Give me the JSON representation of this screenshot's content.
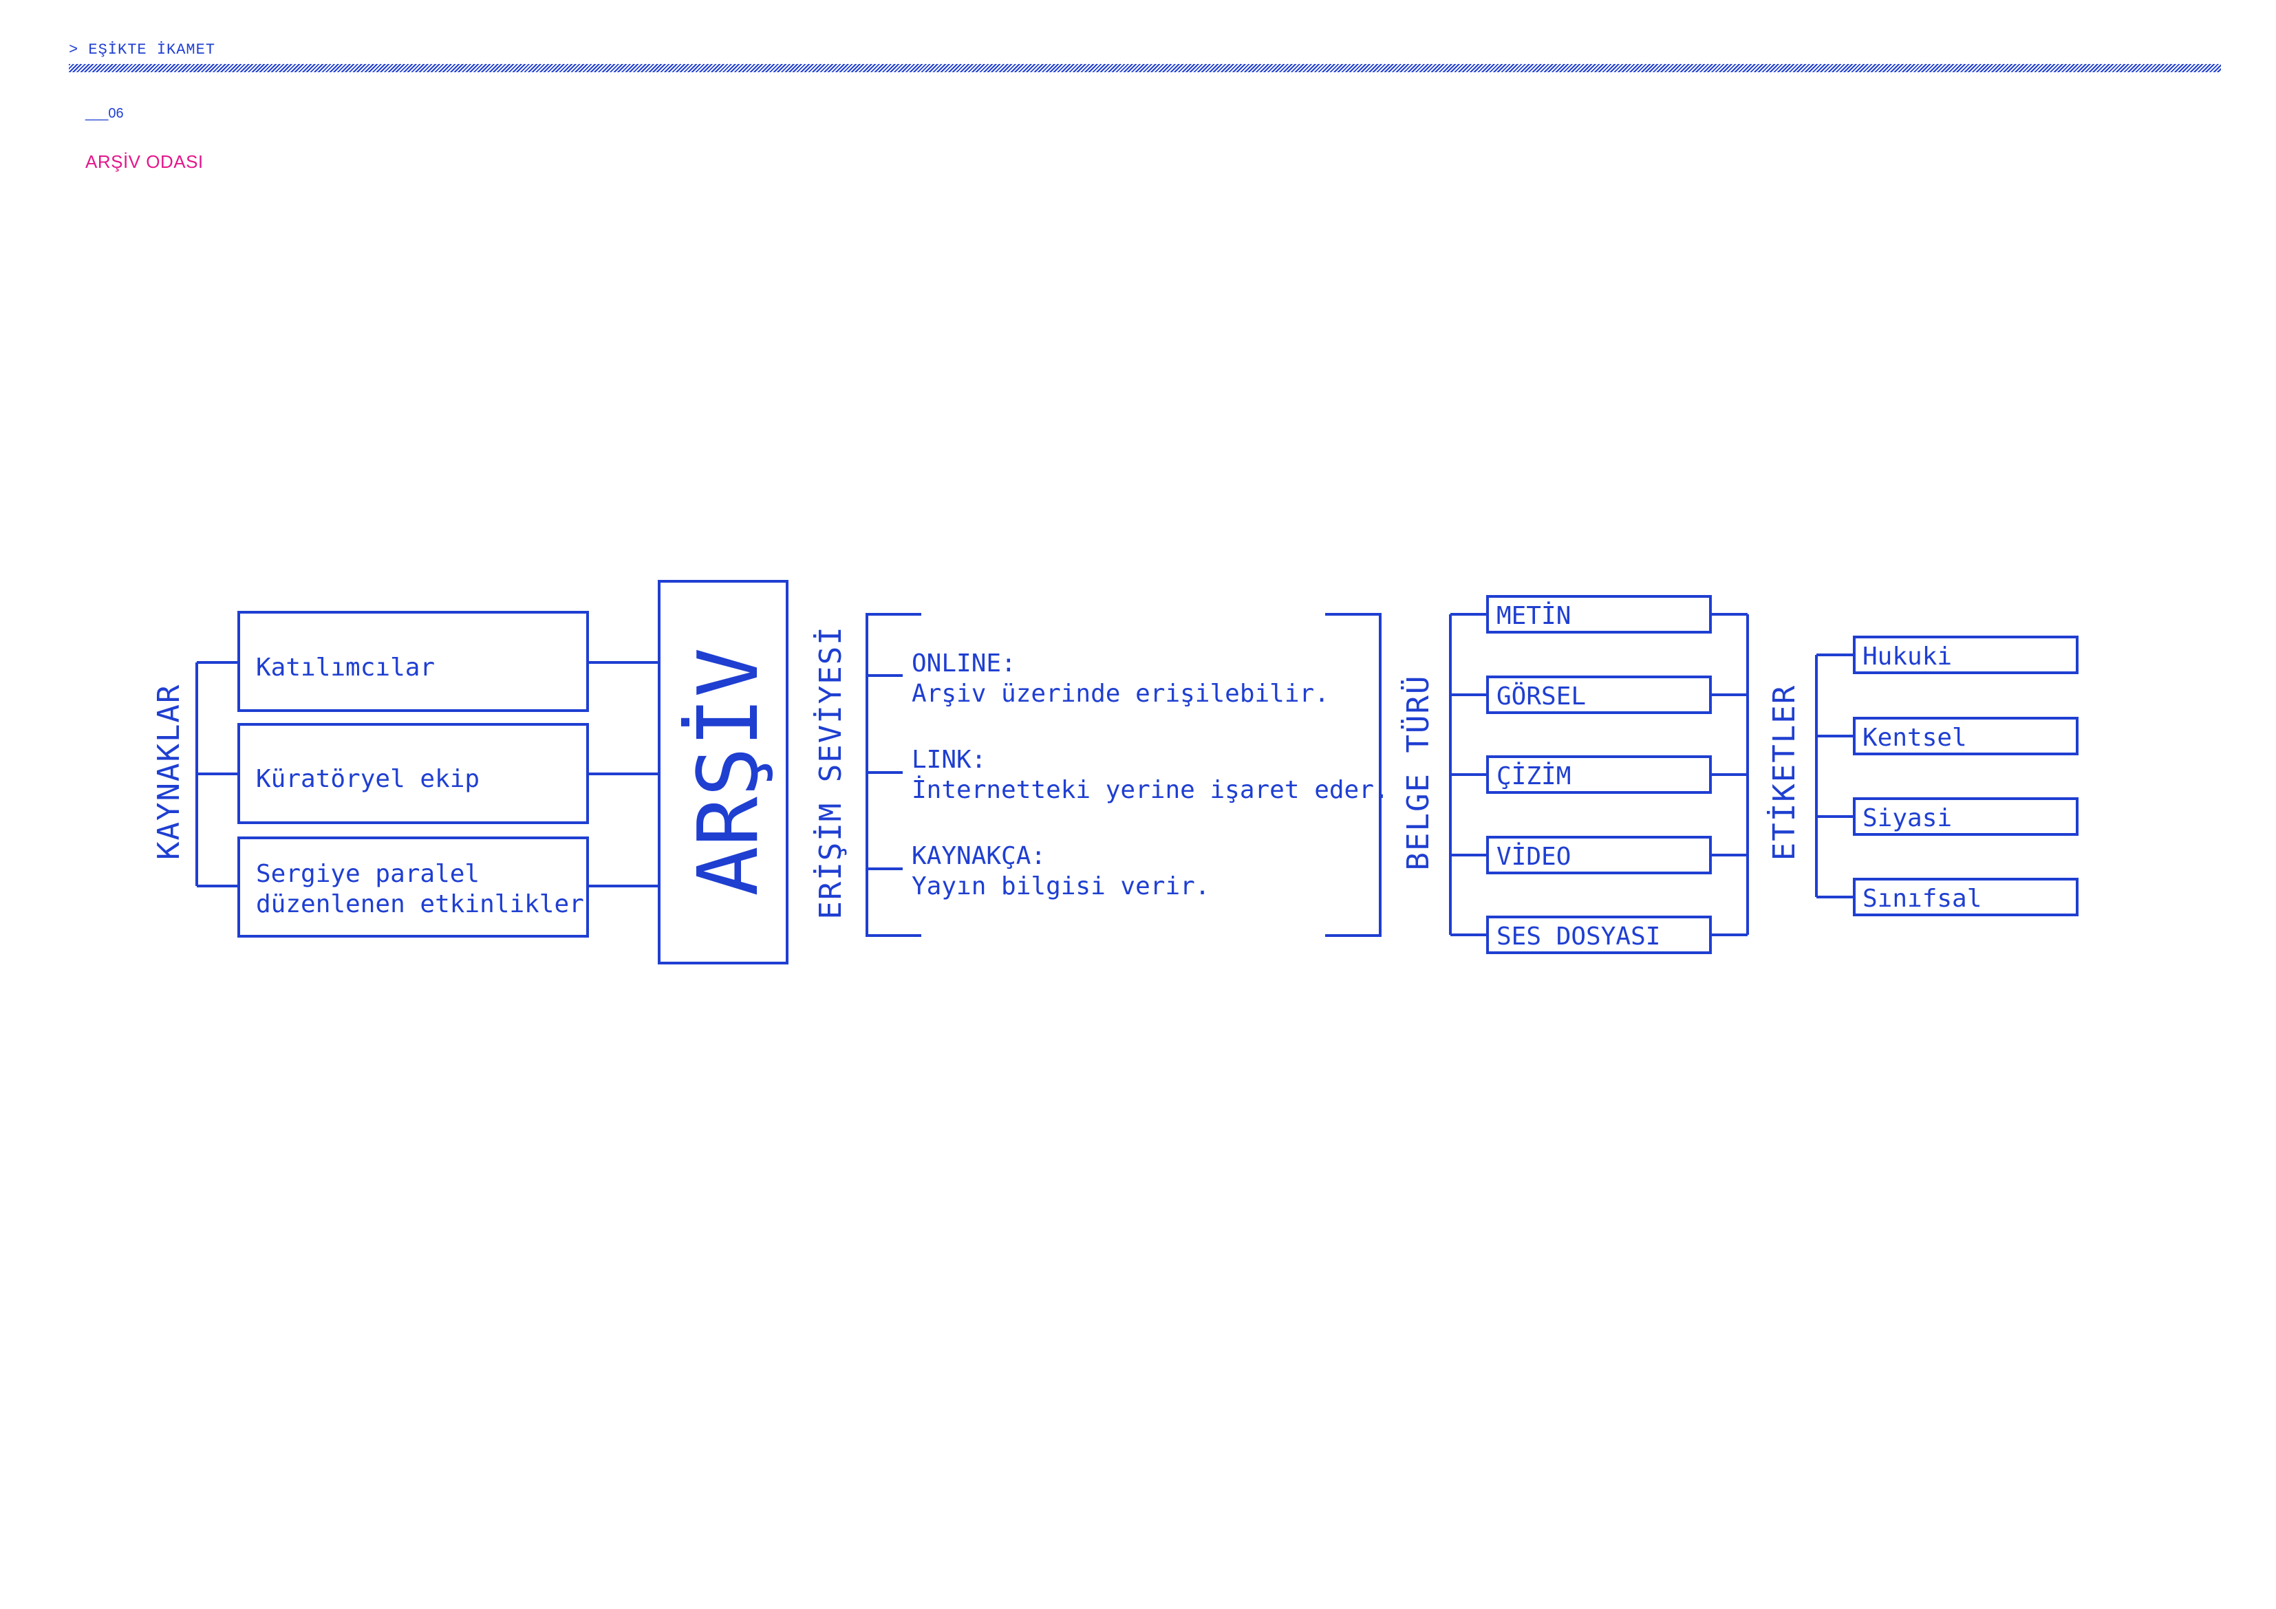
{
  "header": {
    "breadcrumb": "> EŞİKTE İKAMET",
    "page_number": "___06",
    "section_title": "ARŞİV ODASI"
  },
  "diagram": {
    "center_label": "ARŞİV",
    "sources": {
      "title": "KAYNAKLAR",
      "items": [
        {
          "lines": [
            "Katılımcılar"
          ]
        },
        {
          "lines": [
            "Küratöryel ekip"
          ]
        },
        {
          "lines": [
            "Sergiye paralel",
            "düzenlenen etkinlikler"
          ]
        }
      ]
    },
    "access_level": {
      "title": "ERİŞİM SEVİYESİ",
      "items": [
        {
          "name": "ONLINE:",
          "description": "Arşiv üzerinde erişilebilir."
        },
        {
          "name": "LINK:",
          "description": "İnternetteki yerine işaret eder."
        },
        {
          "name": "KAYNAKÇA:",
          "description": "Yayın bilgisi verir."
        }
      ]
    },
    "document_type": {
      "title": "BELGE TÜRÜ",
      "items": [
        "METİN",
        "GÖRSEL",
        "ÇİZİM",
        "VİDEO",
        "SES DOSYASI"
      ]
    },
    "tags": {
      "title": "ETİKETLER",
      "items": [
        "Hukuki",
        "Kentsel",
        "Siyasi",
        "Sınıfsal"
      ]
    }
  }
}
